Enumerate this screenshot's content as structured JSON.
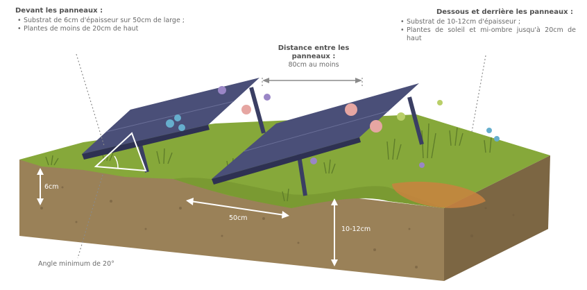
{
  "front_note": {
    "title": "Devant les panneaux :",
    "items": [
      "Substrat de 6cm d'épaisseur sur 50cm de large ;",
      "Plantes de moins de 20cm de haut"
    ]
  },
  "back_note": {
    "title": "Dessous et derrière les panneaux :",
    "items": [
      "Substrat de 10-12cm d'épaisseur ;",
      "Plantes de soleil et mi-ombre jusqu'à 20cm de haut"
    ]
  },
  "distance_note": {
    "title": "Distance entre les panneaux :",
    "value": "80cm au moins"
  },
  "measurements": {
    "front_depth": "6cm",
    "front_width": "50cm",
    "back_depth": "10-12cm"
  },
  "angle_label": "Angle minimum de 20°",
  "colors": {
    "soil": "#9a8158",
    "soil_dark": "#6e5a3c",
    "grass": "#86a83a",
    "grass_dark": "#5f7d2a",
    "panel": "#4a4f78",
    "panel_dark": "#2e3152",
    "flower_pink": "#e6a6a2",
    "flower_purple": "#9a86c6",
    "flower_blue": "#66aecd"
  }
}
